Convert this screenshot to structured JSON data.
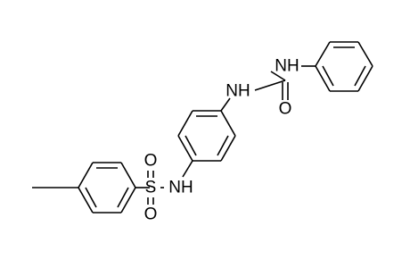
{
  "molecule": {
    "atom_labels": {
      "n_urea_right": "NH",
      "n_urea_left": "NH",
      "o_urea": "O",
      "n_sulfonamide": "NH",
      "s_sulfonyl": "S",
      "o_sulfonyl_top": "O",
      "o_sulfonyl_bottom": "O"
    }
  }
}
